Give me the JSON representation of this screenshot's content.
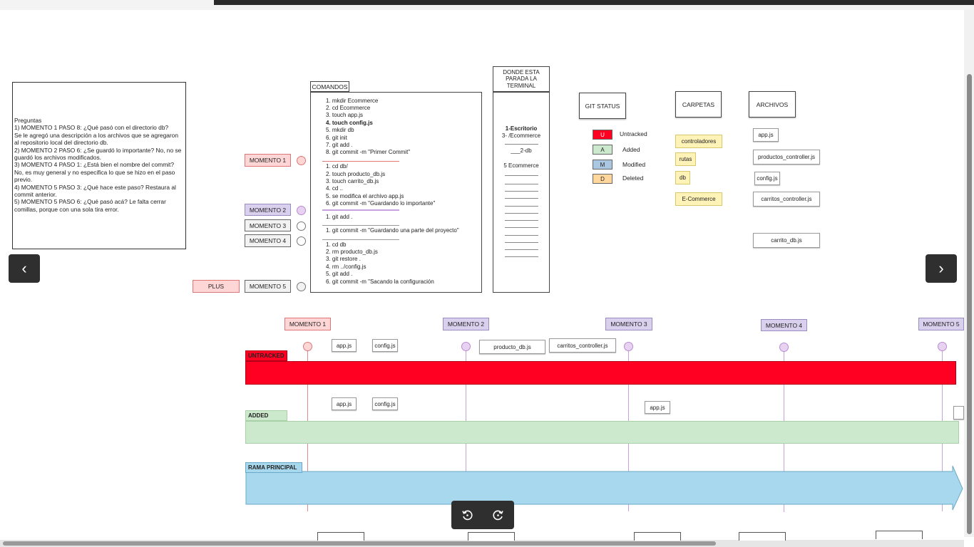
{
  "questions": {
    "lines": [
      "Preguntas",
      "1) MOMENTO 1 PASO 8: ¿Qué pasó con el directorio db?",
      "Se le agregó una descripción a los archivos que se agregaron al repositorio local del directorio db.",
      "2) MOMENTO 2 PASO 6: ¿Se guardó lo importante? No, no se guardó los archivos modificados.",
      "3) MOMENTO 4 PASO 1: ¿Está bien el nombre del commit? No, es muy general y no especifica lo que se hizo en el paso previo.",
      "4) MOMENTO 5 PASO 3: ¿Qué hace este paso? Restaura al commit anterior.",
      "5) MOMENTO 5 PASO 6: ¿Qué pasó acá? Le falta cerrar comillas, porque con una sola tira error."
    ]
  },
  "headers": {
    "comandos": "COMANDOS",
    "terminal": "DONDE ESTA PARADA LA TERMINAL",
    "git_status": "GIT STATUS",
    "carpetas": "CARPETAS",
    "archivos": "ARCHIVOS"
  },
  "commands": {
    "m1": [
      "1. mkdir Ecommerce",
      "2. cd Ecommerce",
      "3. touch app.js",
      "4. touch config.js",
      "5. mkdir db",
      "6. git init",
      "7. git add .",
      "8. git commit -m \"Primer Commit\""
    ],
    "m2": [
      "1. cd db/",
      "2. touch producto_db.js",
      "3. touch carrito_db.js",
      "4. cd ..",
      "5. se modifica el archivo app.js",
      "6. git commit -m \"Guardando lo importante\""
    ],
    "m3": [
      "1. git add ."
    ],
    "m4": [
      "1. git commit -m \"Guardando una parte del proyecto\""
    ],
    "m5": [
      "1. cd db",
      "2. rm producto_db.js",
      "3. git restore .",
      "4. rm ../config.js",
      "5. git add .",
      "6. git commit -m \"Sacando la configuración"
    ]
  },
  "moments": {
    "m1": "MOMENTO 1",
    "m2": "MOMENTO 2",
    "m3": "MOMENTO 3",
    "m4": "MOMENTO 4",
    "m5": "MOMENTO 5",
    "plus": "PLUS"
  },
  "terminal": {
    "t1": "1-Escritorio",
    "t2": "3- /Ecommerce",
    "t3": "___2-db",
    "t4": "5 Ecommerce"
  },
  "legend": [
    {
      "code": "U",
      "label": "Untracked",
      "color": "#ff0022"
    },
    {
      "code": "A",
      "label": "Added",
      "color": "#cde9cd"
    },
    {
      "code": "M",
      "label": "Modified",
      "color": "#a9c7e0"
    },
    {
      "code": "D",
      "label": "Deleted",
      "color": "#ffd69c"
    }
  ],
  "folders": [
    "controladores",
    "rutas",
    "db",
    "E-Commerce"
  ],
  "files": [
    "app.js",
    "productos_controller.js",
    "config.js",
    "carritos_controller.js",
    "carrito_db.js"
  ],
  "timeline": {
    "moments": [
      "MOMENTO 1",
      "MOMENTO 2",
      "MOMENTO 3",
      "MOMENTO 4",
      "MOMENTO 5"
    ],
    "untracked_chips": [
      "app.js",
      "config.js",
      "producto_db.js",
      "carritos_controller.js"
    ],
    "added_chips": [
      "app.js",
      "config.js",
      "app.js"
    ],
    "bands": {
      "untracked": "UNTRACKED",
      "added": "ADDED",
      "main": "RAMA PRINCIPAL"
    }
  },
  "colors": {
    "untracked": "#ff0022",
    "added": "#cde9cd",
    "main": "#a8d8ee",
    "moment1": "#ffd6d6",
    "moment_purple": "#d9d0ee"
  },
  "nav": {
    "prev_icon": "chevron-left-icon",
    "next_icon": "chevron-right-icon",
    "prev": "‹",
    "next": "›"
  }
}
